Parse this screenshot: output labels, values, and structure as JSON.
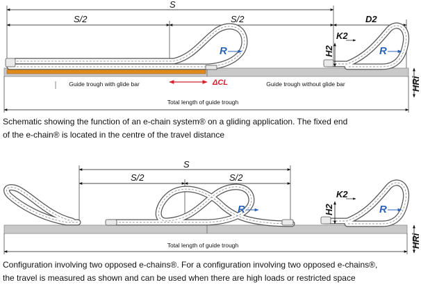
{
  "diagram1": {
    "s_label": "S",
    "half_left": "S/2",
    "half_right": "S/2",
    "d2": "D2",
    "k2": "K2",
    "h2": "H2",
    "hri": "HRi",
    "r_left": "R",
    "r_right": "R",
    "delta_cl": "ΔCL",
    "trough_with_bar": "Guide trough with glide bar",
    "trough_without_bar": "Guide trough without glide bar",
    "total_length": "Total length of guide trough",
    "caption_line1": "Schematic showing the function of an e-chain system® on a gliding application. The fixed end",
    "caption_line2": "of the e-chain® is located in the centre of the travel distance"
  },
  "diagram2": {
    "s_label": "S",
    "half_left": "S/2",
    "half_right": "S/2",
    "k2": "K2",
    "h2": "H2",
    "hri": "HRi",
    "r_left": "R",
    "r_right": "R",
    "total_length": "Total length of guide trough",
    "caption_line1": "Configuration involving two opposed e-chains®. For a configuration involving two opposed e-chains®,",
    "caption_line2": "the travel is measured as shown and can be used when there are high loads or restricted space"
  },
  "colors": {
    "glide_bar": "#e08a1c",
    "trough": "#bdbdbd",
    "accent_blue": "#2a62b8",
    "accent_red": "#d6212a"
  }
}
